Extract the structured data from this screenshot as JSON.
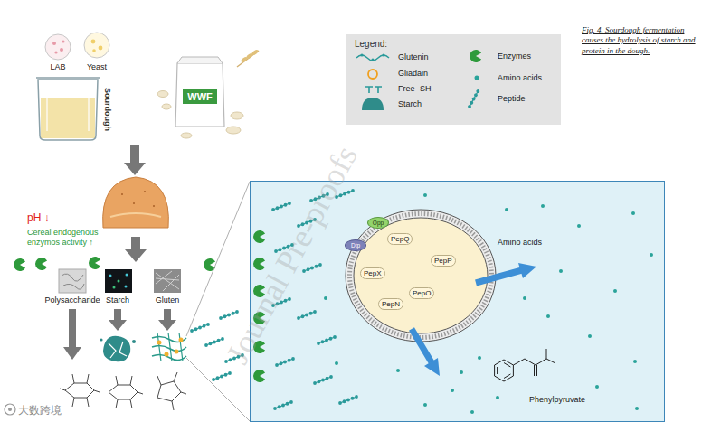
{
  "diagram": {
    "caption": "Fig. 4. Sourdough fermentation causes the hydrolysis of starch and protein in the dough.",
    "nodes": [
      {
        "text": [
          "LAB"
        ]
      },
      {
        "text": [
          "Yeast"
        ]
      },
      {
        "text": [
          "Sourdough"
        ]
      },
      {
        "text": [
          "WWF"
        ]
      },
      {
        "text": [
          "Polysaccharide"
        ]
      },
      {
        "text": [
          "Starch"
        ]
      },
      {
        "text": [
          "Gluten"
        ]
      },
      {
        "text": [
          "Amino acids",
          "Phenylpyruvate"
        ]
      },
      {
        "text": [
          "Opp"
        ],
        "in": 7
      },
      {
        "text": [
          "Dtp"
        ],
        "in": 7
      },
      {
        "text": [
          "PepQ",
          "PepP",
          "PepX",
          "PepN",
          "PepO"
        ],
        "in": 7
      }
    ],
    "labels": [
      "pH ↓",
      "Cereal endogenous enzymos activity ↑",
      "Legend:",
      "Journal Pre-proofs",
      "大数跨境"
    ],
    "legend": [
      {
        "text": "Glutenin"
      },
      {
        "text": "Gliadain"
      },
      {
        "text": "Free -SH"
      },
      {
        "text": "Starch"
      },
      {
        "text": "Enzymes"
      },
      {
        "text": "Amino acids"
      },
      {
        "text": "Peptide"
      }
    ]
  }
}
